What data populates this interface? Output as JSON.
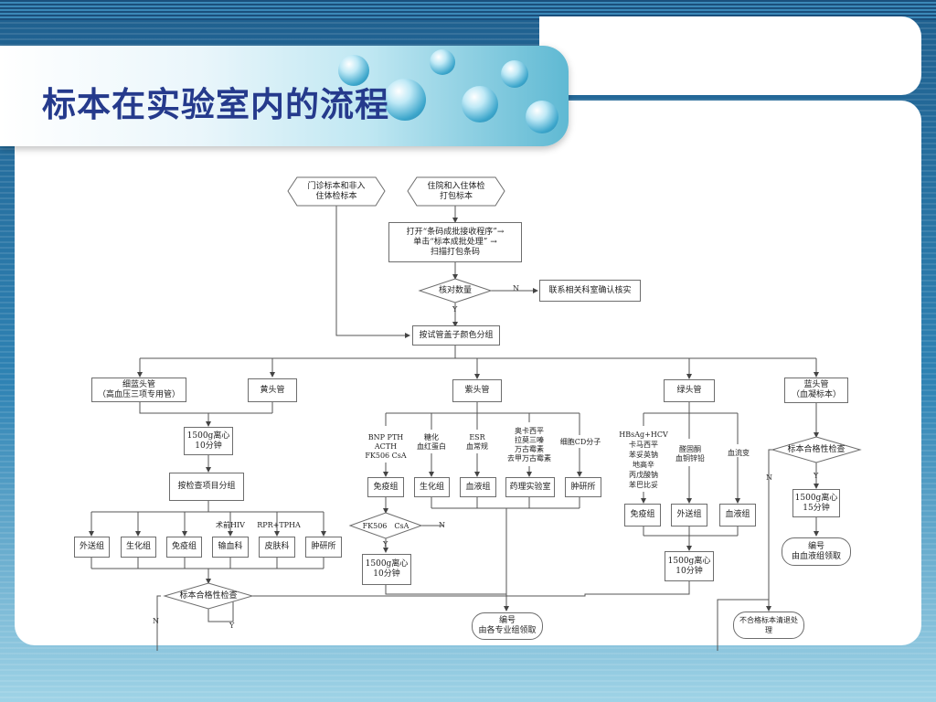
{
  "title": "标本在实验室内的流程",
  "nodes": {
    "outpatient": "门诊标本和非入\n住体检标本",
    "inpatient": "住院和入住体检\n打包标本",
    "open_program": "打开“条码成批接收程序”→\n单击“标本成批处理” →\n扫描打包条码",
    "verify_count": "核对数量",
    "contact_dept": "联系相关科室确认核实",
    "sort_color": "按试管盖子颜色分组",
    "thin_blue": "细蓝头管\n（高血压三项专用管）",
    "yellow": "黄头管",
    "purple": "紫头管",
    "green": "绿头管",
    "blue": "蓝头管\n（血凝标本）",
    "centrifuge_1500_10a": "1500g离心\n10分钟",
    "group_by_item": "按检查项目分组",
    "bnp_items": "BNP PTH\nACTH\nFK506 CsA",
    "hba1c": "糖化\n血红蛋白",
    "esr": "ESR\n血常规",
    "drugs": "奥卡西平\n拉莫三嗪\n万古霉素\n去甲万古霉素",
    "cd": "细胞CD分子",
    "immuno_p": "免疫组",
    "biochem_p": "生化组",
    "blood_p": "血液组",
    "pharm_lab": "药理实验室",
    "tumor_p": "肿研所",
    "fk506_check": "FK506　CsA",
    "centrifuge_1500_10b": "1500g离心\n10分钟",
    "hbsag": "HBsAg+HCV\n卡马西平\n苯妥英钠\n地高辛\n丙戊酸钠\n苯巴比妥",
    "aldosterone": "醛固酮\n血铜锌铅",
    "ammonia": "血流变",
    "immuno_g": "免疫组",
    "outsource_g": "外送组",
    "blood_g": "血液组",
    "centrifuge_1500_10c": "1500g离心\n10分钟",
    "qualified_check_right": "标本合格性检查",
    "centrifuge_1500_15": "1500g离心\n15分钟",
    "code_blood": "编号\n由血液组领取",
    "preop_hiv": "术前HIV",
    "rpr": "RPR+TPHA",
    "outsource_l": "外送组",
    "biochem_l": "生化组",
    "immuno_l": "免疫组",
    "transfusion": "输血科",
    "derm": "皮肤科",
    "tumor_l": "肿研所",
    "qualified_check_left": "标本合格性检查",
    "code_groups": "编号\n由各专业组领取",
    "reject": "不合格标本清退处\n理"
  },
  "edge_labels": {
    "n": "N",
    "y": "Y"
  },
  "colors": {
    "title": "#253a8c",
    "line": "#555555"
  }
}
